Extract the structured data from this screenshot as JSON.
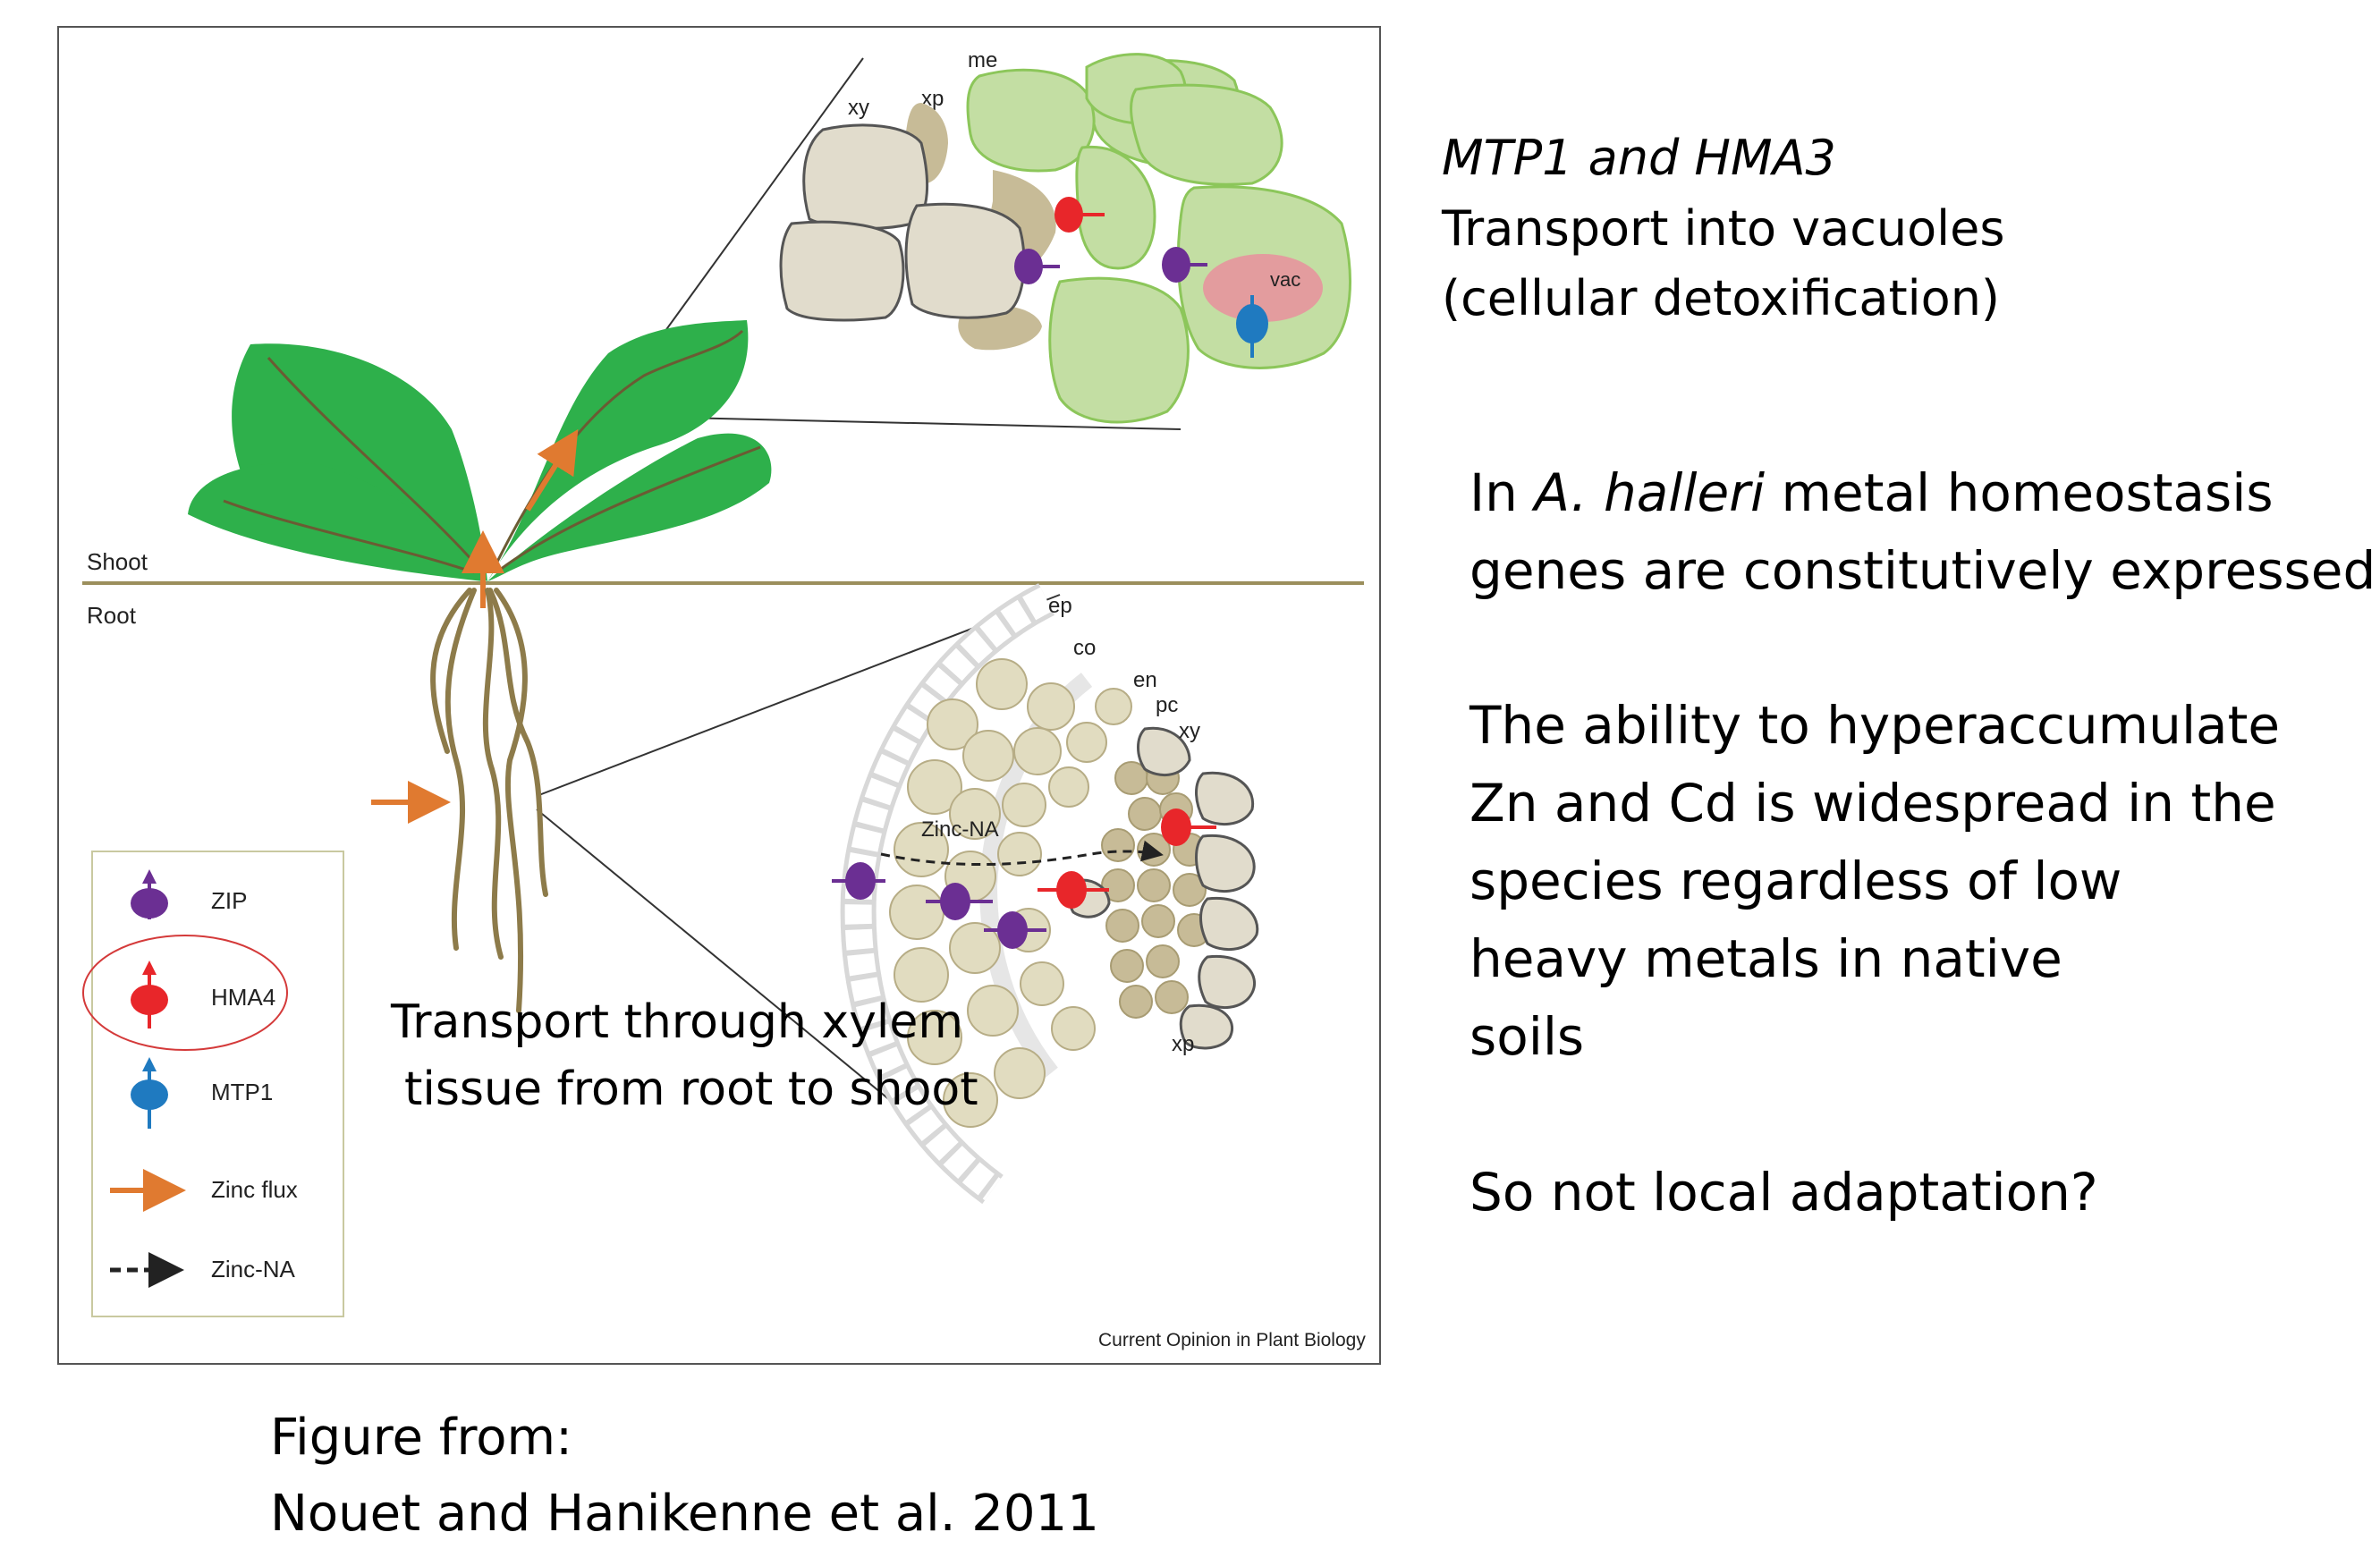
{
  "figure": {
    "labels": {
      "shoot": "Shoot",
      "root": "Root",
      "xy": "xy",
      "xp": "xp",
      "me": "me",
      "vac": "vac",
      "ep": "ep",
      "co": "co",
      "en": "en",
      "pc": "pc",
      "xy_root": "xy",
      "xp_root": "xp",
      "zinc_na": "Zinc-NA"
    },
    "legend": {
      "zip": "ZIP",
      "hma4": "HMA4",
      "mtp1": "MTP1",
      "zinc_flux": "Zinc flux",
      "zinc_na": "Zinc-NA"
    },
    "overlay_line1": "Transport through xylem",
    "overlay_line2": "tissue from root to shoot",
    "source": "Current Opinion in Plant Biology",
    "colors": {
      "leaf": "#2eb04b",
      "cell_green": "#c3dea3",
      "cell_beige": "#e1dccc",
      "cell_tan": "#c7bb97",
      "root_brown": "#8d7b4a",
      "zip": "#6b2f93",
      "hma4": "#e8262a",
      "mtp1": "#1f7ac0",
      "zinc_flux": "#e07a30",
      "vacuole": "#e39c9e"
    }
  },
  "side": {
    "mtp_title": "MTP1 and HMA3",
    "mtp_line1": "Transport into vacuoles",
    "mtp_line2": "(cellular detoxification)",
    "para1": {
      "pre": "In ",
      "italic": "A. halleri",
      "post": " metal homeostasis",
      "line2": "genes are constitutively expressed"
    },
    "para2": {
      "line1": "The ability to hyperaccumulate",
      "line2": "Zn and Cd is widespread in the",
      "line3": "species regardless of low",
      "line4": "heavy metals in native",
      "line5": "soils"
    },
    "para3": "So not local adaptation?"
  },
  "caption": {
    "line1": "Figure from:",
    "line2": "Nouet and Hanikenne et al. 2011"
  }
}
